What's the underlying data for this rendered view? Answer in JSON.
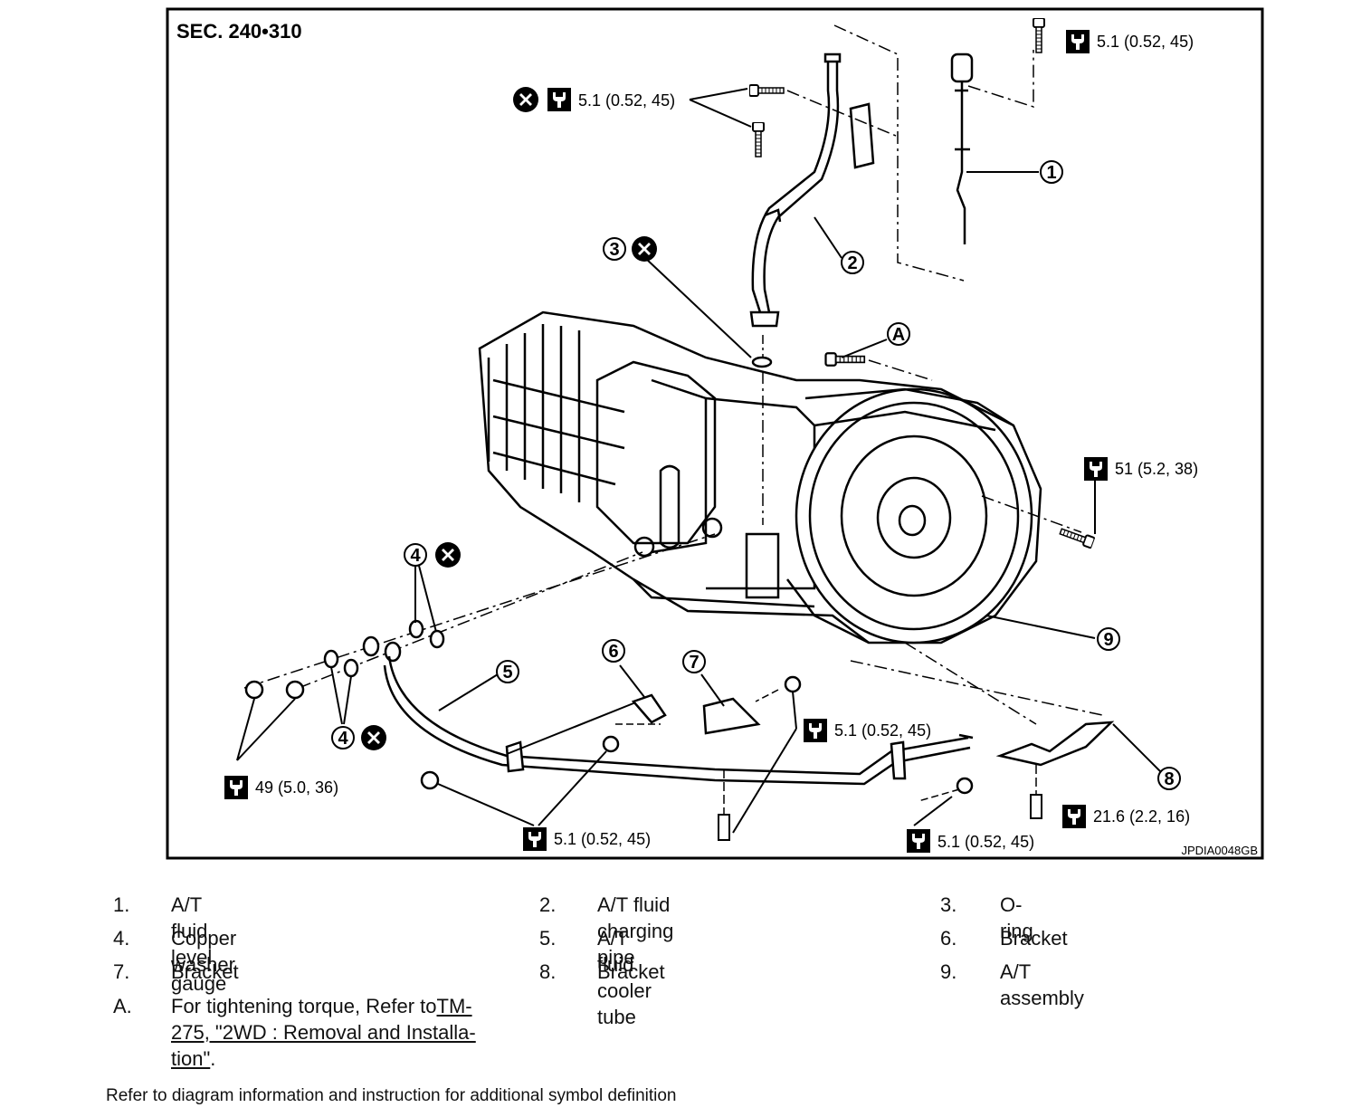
{
  "diagram": {
    "section": "SEC. 240•310",
    "code": "JPDIA0048GB",
    "callouts": [
      "1",
      "2",
      "3",
      "4",
      "4",
      "5",
      "6",
      "7",
      "8",
      "9",
      "A"
    ],
    "torques": {
      "top_right": "5.1 (0.52, 45)",
      "top_left": "5.1 (0.52, 45)",
      "right_mid": "51 (5.2, 38)",
      "bracket7": "5.1 (0.52, 45)",
      "left_bolts": "49 (5.0, 36)",
      "bottom_mid": "5.1 (0.52, 45)",
      "bottom_right": "5.1 (0.52, 45)",
      "bracket8": "21.6 (2.2, 16)"
    }
  },
  "legend": [
    {
      "num": "1.",
      "text": "A/T fluid level gauge"
    },
    {
      "num": "2.",
      "text": "A/T fluid charging pipe"
    },
    {
      "num": "3.",
      "text": "O-ring"
    },
    {
      "num": "4.",
      "text": "Copper washer"
    },
    {
      "num": "5.",
      "text": "A/T fluid cooler tube"
    },
    {
      "num": "6.",
      "text": "Bracket"
    },
    {
      "num": "7.",
      "text": "Bracket"
    },
    {
      "num": "8.",
      "text": "Bracket"
    },
    {
      "num": "9.",
      "text": "A/T assembly"
    }
  ],
  "note": {
    "letter": "A.",
    "line1": "For tightening torque, Refer to",
    "link1": "TM-",
    "link2": "275, \"2WD : Removal and Installa-",
    "link3": "tion\"",
    "end": "."
  },
  "footer": "Refer to diagram information and instruction for additional symbol definition"
}
